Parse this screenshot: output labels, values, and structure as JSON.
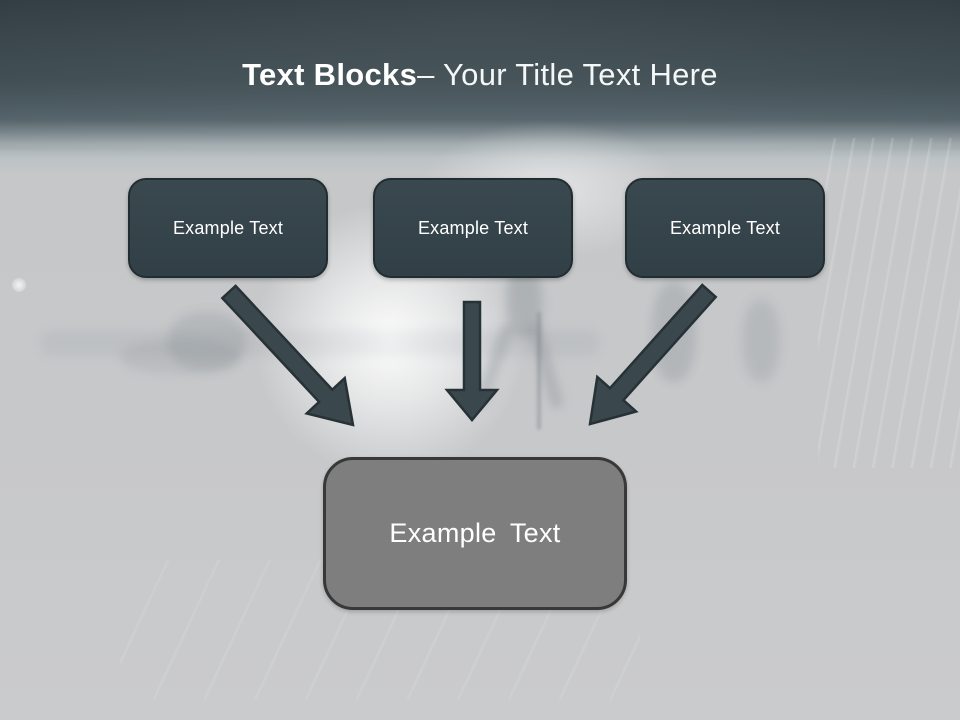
{
  "slide": {
    "title": {
      "bold": "Text Blocks",
      "regular": "– Your Title Text Here"
    },
    "blocks": [
      {
        "label": "Example Text"
      },
      {
        "label": "Example Text"
      },
      {
        "label": "Example Text"
      }
    ],
    "result": {
      "label": "Example Text"
    },
    "icons": [
      {
        "name": "down-right-arrow-icon"
      },
      {
        "name": "down-arrow-icon"
      },
      {
        "name": "down-left-arrow-icon"
      }
    ],
    "colors": {
      "header_top": "#313d42",
      "header_bottom": "#57656c",
      "body_background": "#c7c8ca",
      "block_fill": "#36444b",
      "block_border": "#222d32",
      "result_fill": "#7e7e7e",
      "result_border": "#383838",
      "arrow_fill": "#3a474d",
      "arrow_stroke": "#273237",
      "title_color": "#ffffff"
    }
  }
}
